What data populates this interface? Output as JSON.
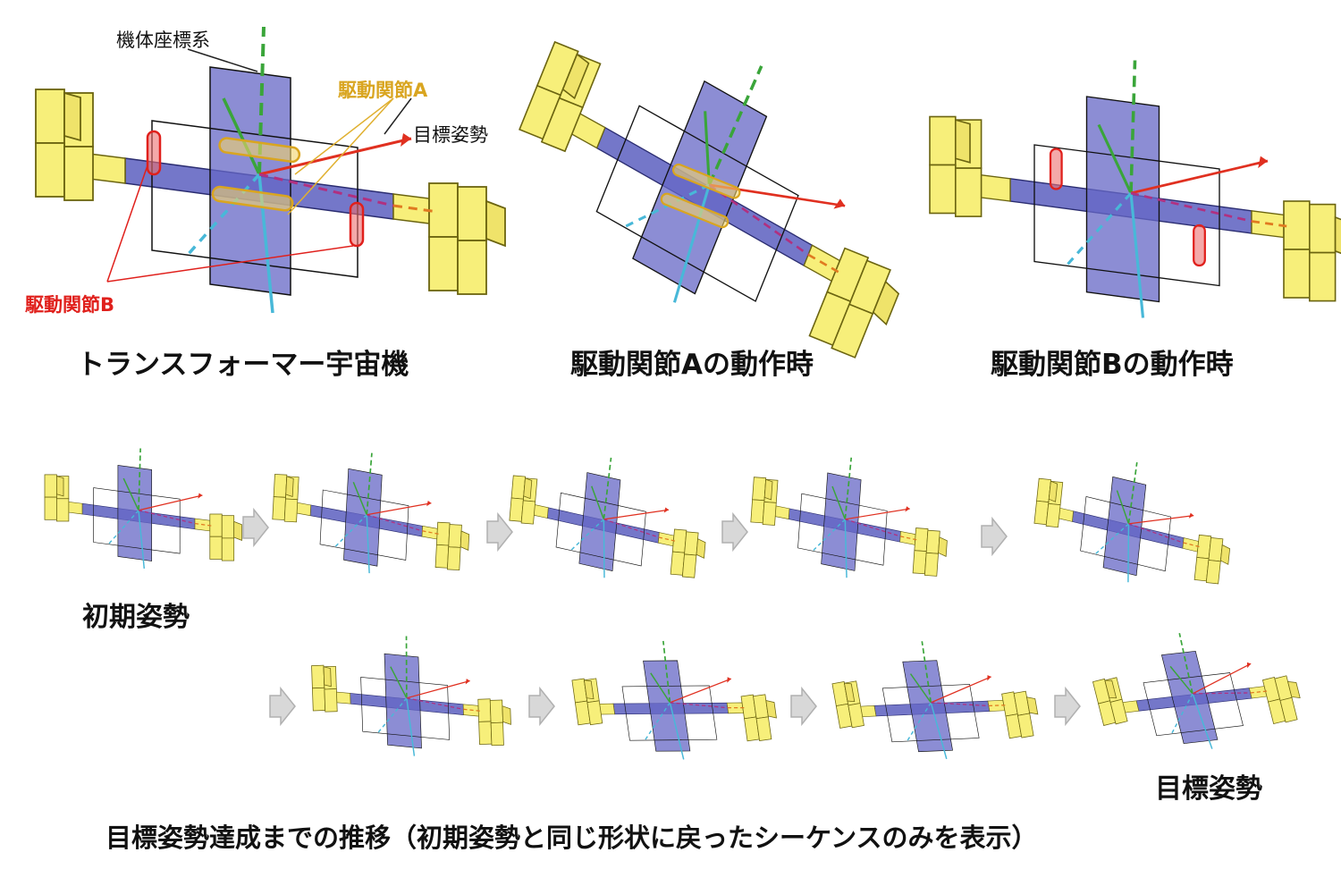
{
  "labels": {
    "body_frame": "機体座標系",
    "joint_a": "駆動関節A",
    "joint_b": "駆動関節B",
    "target_attitude": "目標姿勢",
    "caption_main": "トランスフォーマー宇宙機",
    "caption_a": "駆動関節Aの動作時",
    "caption_b": "駆動関節Bの動作時",
    "initial_attitude": "初期姿勢",
    "target_attitude_final": "目標姿勢",
    "sequence_caption": "目標姿勢達成までの推移（初期姿勢と同じ形状に戻ったシーケンスのみを表示）"
  },
  "colors": {
    "panel_fill": "#f7ef7a",
    "panel_stroke": "#6b6410",
    "body_fill": "#5c5fc0",
    "joint_a": "#d9a520",
    "joint_b": "#e0201c",
    "axis_green": "#3aa53a",
    "axis_cyan": "#48b8d8",
    "axis_red": "#e03020",
    "axis_magenta": "#b03080",
    "arrow_gray": "#cfcfcf"
  },
  "sequence": {
    "row1_frames": 5,
    "row2_frames": 4,
    "arrow_icon": "right-chevron-arrow-icon"
  }
}
